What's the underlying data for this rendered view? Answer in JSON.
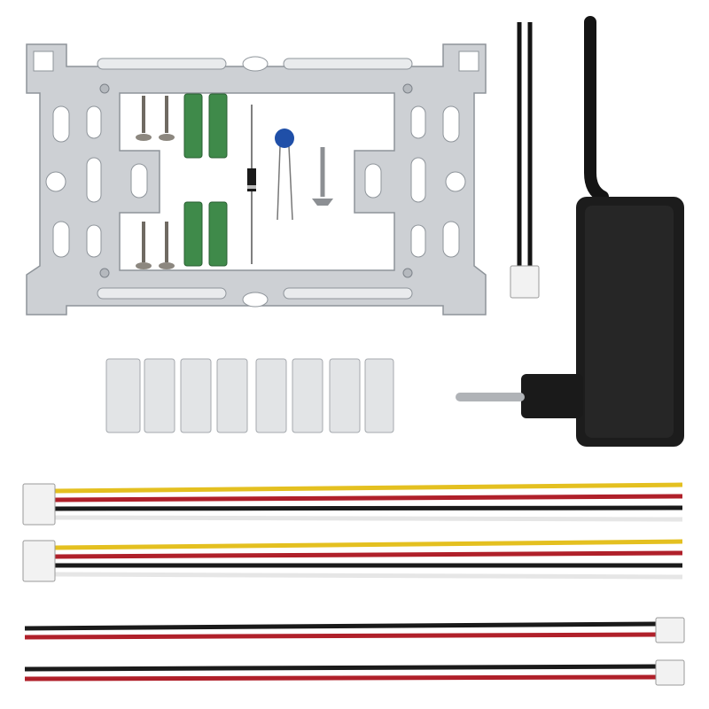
{
  "colors": {
    "background": "#ffffff",
    "steel": "#c9ccd0",
    "steel_dark": "#9aa0a6",
    "anchor_green": "#3f8a4a",
    "capacitor_blue": "#1f4fa8",
    "adapter_black": "#1c1c1c",
    "connector_white": "#f2f2f2",
    "wire_yellow": "#e4c020",
    "wire_red": "#b0202a",
    "wire_black": "#1a1a1a",
    "wire_white": "#e6e6e6"
  },
  "parts": {
    "mounting_plate": "mounting-plate",
    "screws": 4,
    "wall_anchors": 4,
    "diode": 1,
    "capacitor": 1,
    "countersunk_screw": 1,
    "cable_clips": 8,
    "power_adapter": "power-adapter",
    "four_wire_cables": 2,
    "two_wire_cables": 2
  }
}
